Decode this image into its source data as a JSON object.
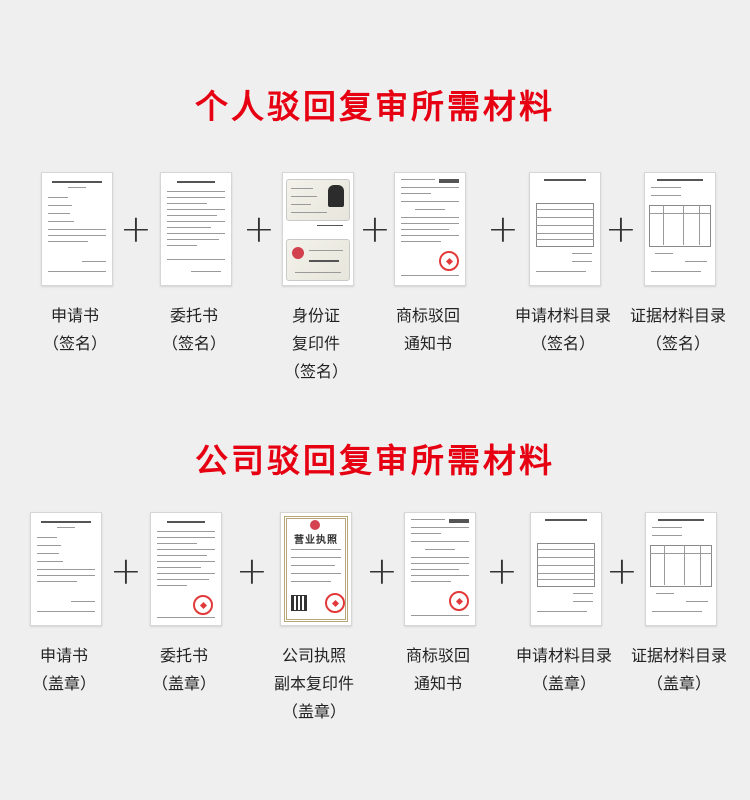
{
  "personal": {
    "title": "个人驳回复审所需材料",
    "items": [
      {
        "lines": [
          "申请书",
          "（签名）"
        ]
      },
      {
        "lines": [
          "委托书",
          "（签名）"
        ]
      },
      {
        "lines": [
          "身份证",
          "复印件",
          "（签名）"
        ]
      },
      {
        "lines": [
          "商标驳回",
          "通知书"
        ]
      },
      {
        "lines": [
          "申请材料目录",
          "（签名）"
        ]
      },
      {
        "lines": [
          "证据材料目录",
          "（签名）"
        ]
      }
    ]
  },
  "company": {
    "title": "公司驳回复审所需材料",
    "items": [
      {
        "lines": [
          "申请书",
          "（盖章）"
        ]
      },
      {
        "lines": [
          "委托书",
          "（盖章）"
        ]
      },
      {
        "lines": [
          "公司执照",
          "副本复印件",
          "（盖章）"
        ]
      },
      {
        "lines": [
          "商标驳回",
          "通知书"
        ]
      },
      {
        "lines": [
          "申请材料目录",
          "（盖章）"
        ]
      },
      {
        "lines": [
          "证据材料目录",
          "（盖章）"
        ]
      }
    ]
  },
  "plus_symbol": "+",
  "license_heading": "营业执照",
  "colors": {
    "title": "#e60012",
    "background": "#efefef",
    "seal": "#e23a3a"
  }
}
